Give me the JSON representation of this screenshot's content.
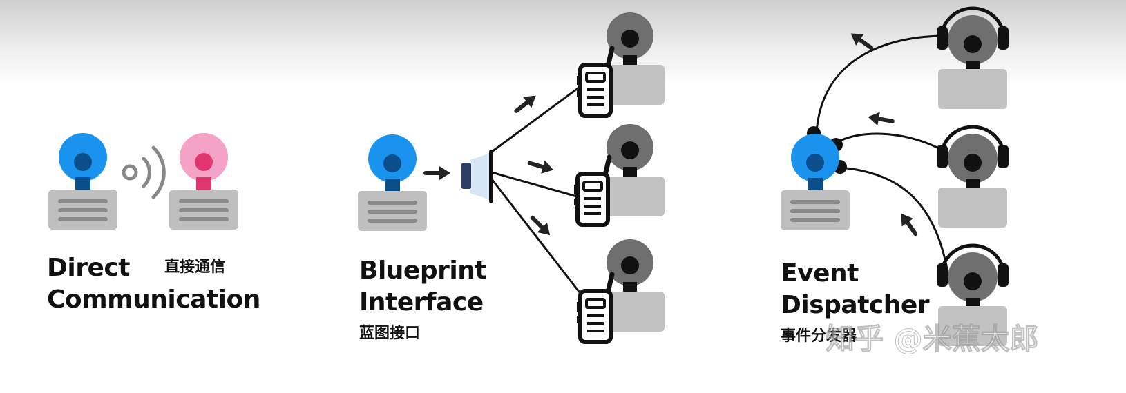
{
  "sections": {
    "direct": {
      "title_line1": "Direct",
      "title_line2": "Communication",
      "title_cn": "直接通信"
    },
    "blueprint": {
      "title_line1": "Blueprint",
      "title_line2": "Interface",
      "title_cn": "蓝图接口"
    },
    "dispatcher": {
      "title_line1": "Event",
      "title_line2": "Dispatcher",
      "title_cn": "事件分发器"
    }
  },
  "watermark": "知乎 @米蕉太郎",
  "colors": {
    "actor_blue": "#1a93ee",
    "actor_blue_dark": "#0a4e8c",
    "actor_pink": "#f4a3c6",
    "actor_pink_dark": "#e0356f",
    "listener_gray": "#6f6f6f",
    "card_gray": "#bfbfbf",
    "card_lines": "#8a8a8a"
  },
  "icons": {
    "signal": "wifi-signal-icon",
    "speaker": "megaphone-icon",
    "radio": "walkie-talkie-icon",
    "headset": "headset-icon",
    "arrow": "arrow-icon"
  }
}
